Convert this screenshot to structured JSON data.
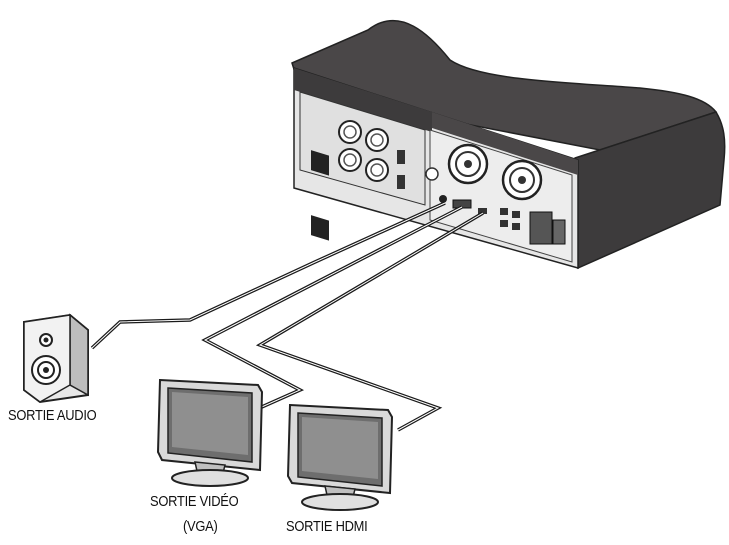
{
  "labels": {
    "audio": "SORTIE AUDIO",
    "video_line1": "SORTIE VIDÉO",
    "video_line2": "(VGA)",
    "hdmi": "SORTIE HDMI"
  },
  "colors": {
    "chassis": "#3d3b3c",
    "chassis_dark": "#2e2c2d",
    "cable": "#1a1a1a",
    "device_face": "#d6d6d6"
  }
}
